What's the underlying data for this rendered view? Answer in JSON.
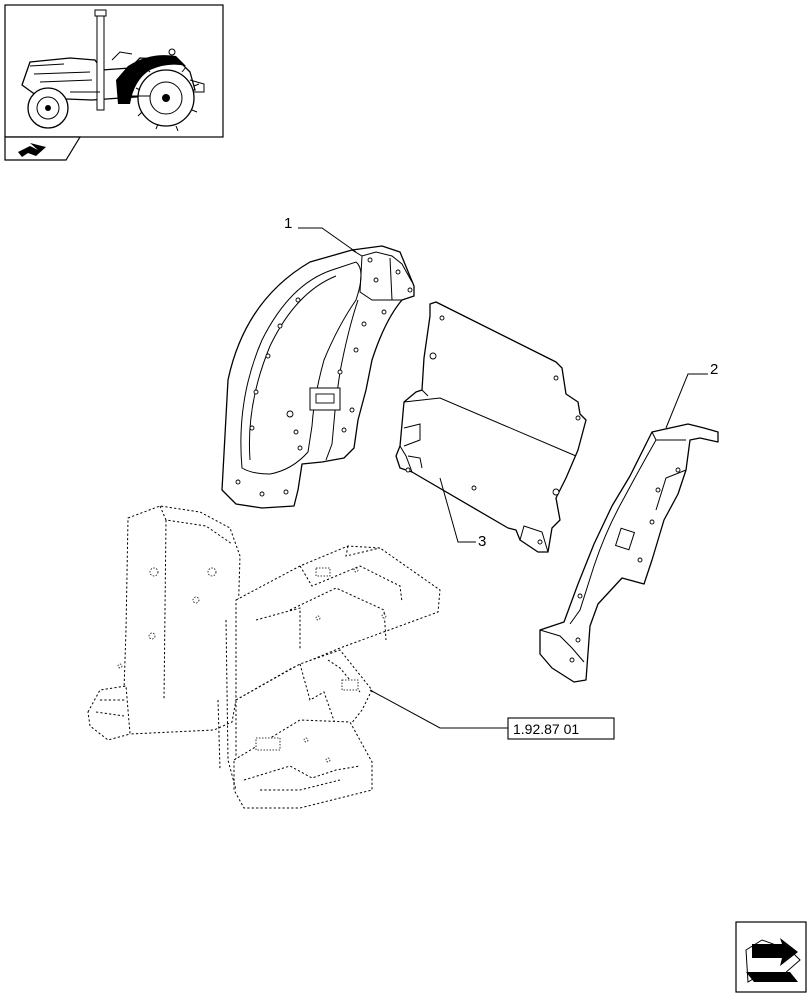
{
  "callouts": [
    {
      "id": "1",
      "label": "1"
    },
    {
      "id": "2",
      "label": "2"
    },
    {
      "id": "3",
      "label": "3"
    }
  ],
  "reference": {
    "label": "1.92.87 01"
  },
  "icons": {
    "thumbnail": "tractor-thumbnail-icon",
    "section": "section-indicator-icon",
    "nav": "next-page-arrow-icon"
  }
}
